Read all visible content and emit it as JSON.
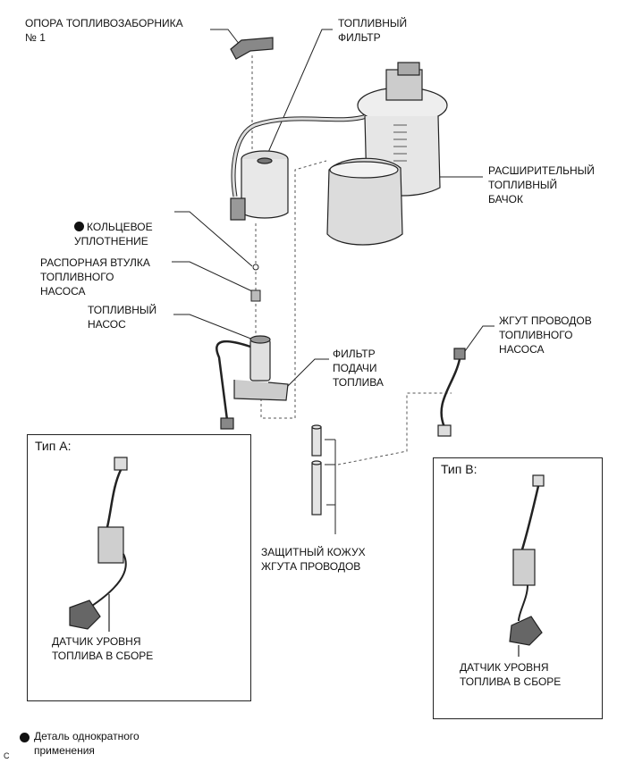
{
  "labels": {
    "bracket": "ОПОРА ТОПЛИВОЗАБОРНИКА\n№ 1",
    "filter": "ТОПЛИВНЫЙ\nФИЛЬТР",
    "tank": "РАСШИРИТЕЛЬНЫЙ\nТОПЛИВНЫЙ\nБАЧОК",
    "oring": "КОЛЬЦЕВОЕ\nУПЛОТНЕНИЕ",
    "spacer": "РАСПОРНАЯ ВТУЛКА\nТОПЛИВНОГО\nНАСОСА",
    "pump": "ТОПЛИВНЫЙ\nНАСОС",
    "harness": "ЖГУТ ПРОВОДОВ\nТОПЛИВНОГО\nНАСОСА",
    "intake": "ФИЛЬТР\nПОДАЧИ\nТОПЛИВА",
    "protector": "ЗАЩИТНЫЙ КОЖУХ\nЖГУТА ПРОВОДОВ",
    "sender_a": "ДАТЧИК УРОВНЯ\nТОПЛИВА В СБОРЕ",
    "sender_b": "ДАТЧИК УРОВНЯ\nТОПЛИВА В СБОРЕ"
  },
  "boxes": {
    "type_a": "Тип A:",
    "type_b": "Тип B:"
  },
  "legend": {
    "text": "Деталь однократного\nприменения",
    "corner": "C"
  }
}
